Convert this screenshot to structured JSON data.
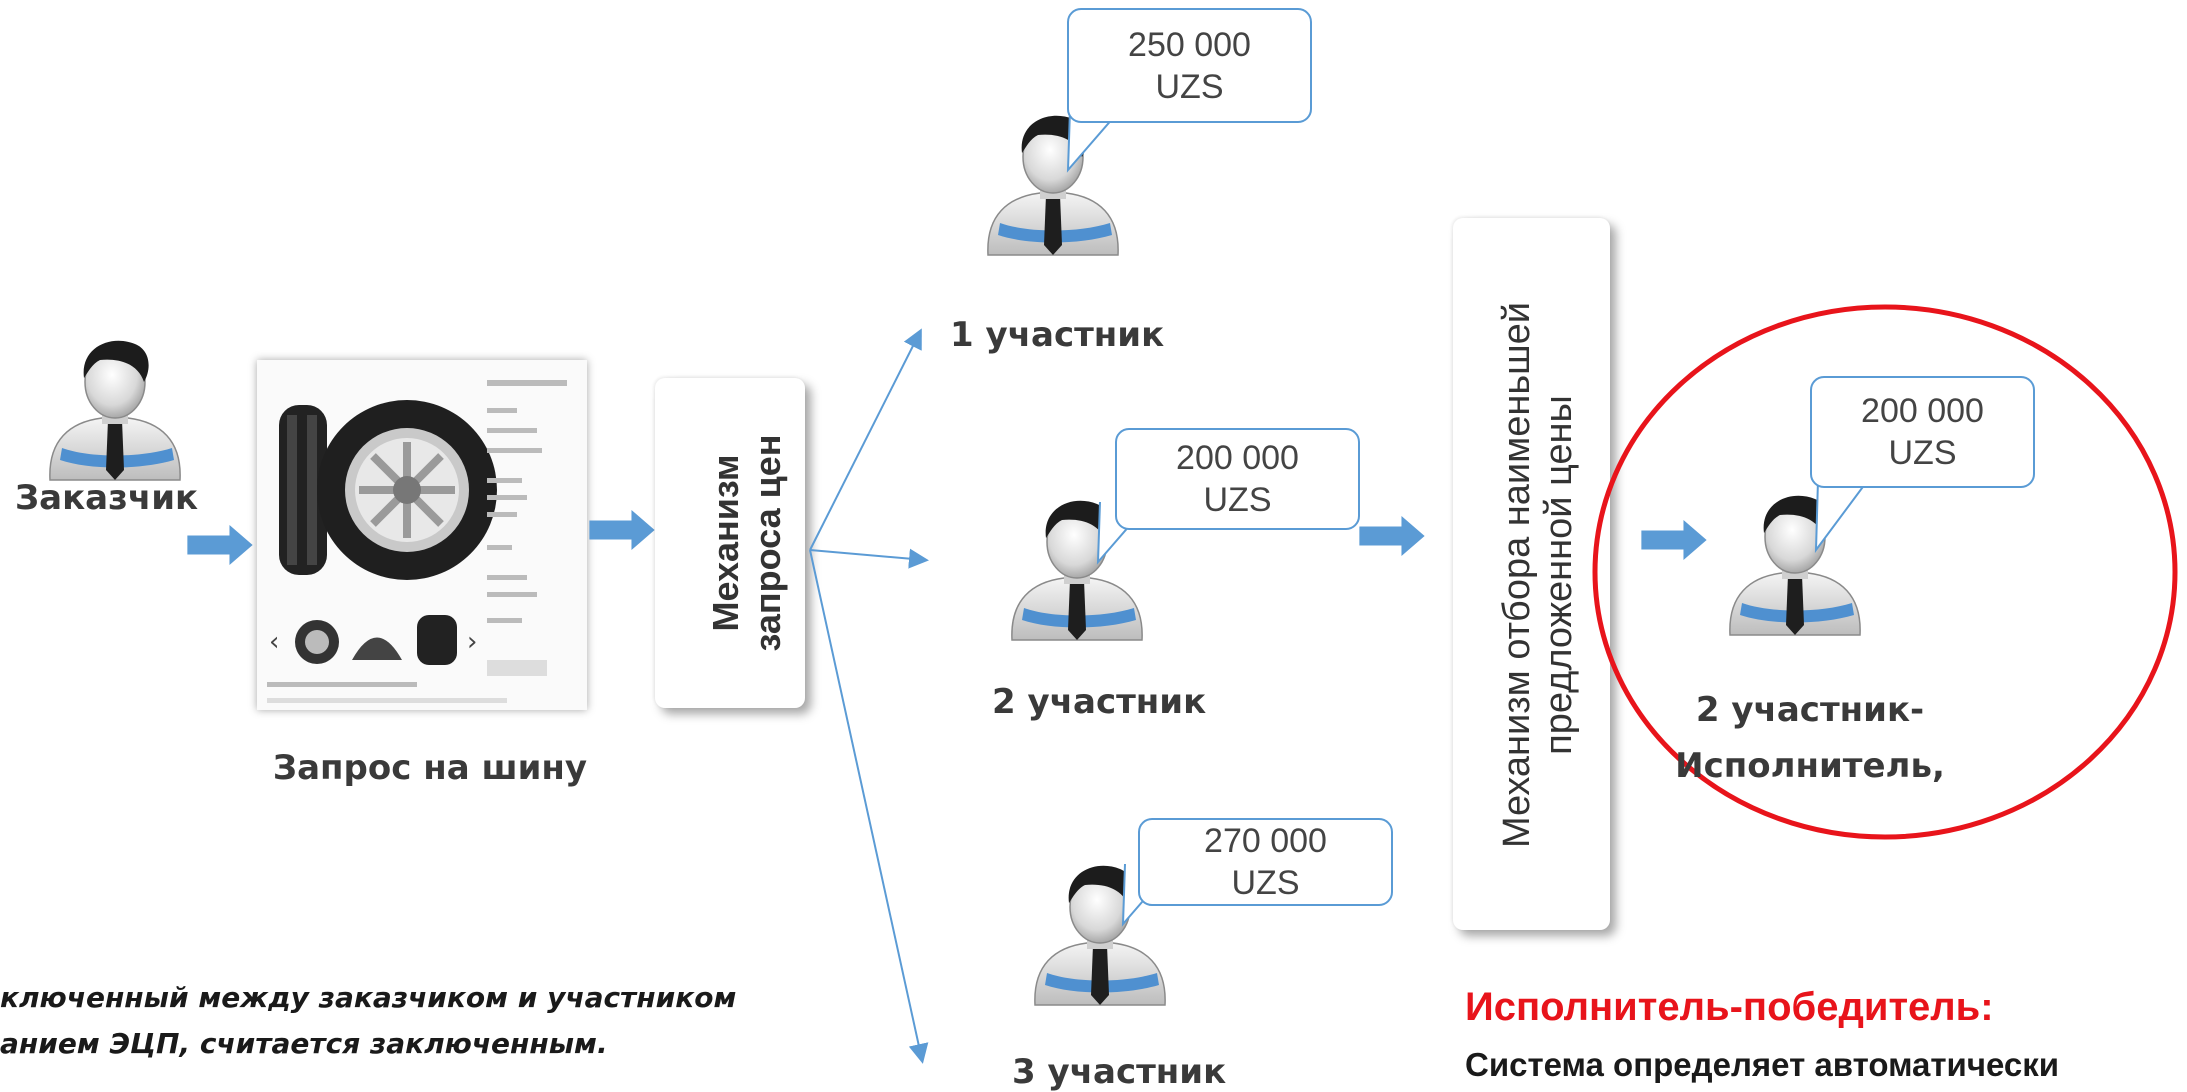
{
  "customer": {
    "label": "Заказчик"
  },
  "request": {
    "caption": "Запрос на шину"
  },
  "mechanism": {
    "label_line1": "Механизм",
    "label_line2": "запроса цен"
  },
  "participants": [
    {
      "label": "1 участник",
      "price_line1": "250 000",
      "price_line2": "UZS"
    },
    {
      "label": "2 участник",
      "price_line1": "200 000",
      "price_line2": "UZS"
    },
    {
      "label": "3 участник",
      "price_line1": "270 000",
      "price_line2": "UZS"
    }
  ],
  "selection": {
    "line1": "Механизм отбора наименьшей",
    "line2": "предложенной цены"
  },
  "winner": {
    "label_line1": "2 участник-",
    "label_line2": "Исполнитель,",
    "price_line1": "200 000",
    "price_line2": "UZS"
  },
  "result": {
    "title": "Исполнитель-победитель:",
    "subtitle": "Система определяет автоматически"
  },
  "footnote": {
    "line1": "ключенный между заказчиком и участником",
    "line2": "анием ЭЦП, считается заключенным."
  },
  "colors": {
    "accent_blue": "#5b9bd5",
    "winner_red": "#e8141b"
  },
  "icons": [
    "user-icon",
    "tire-icon",
    "arrow-icon"
  ]
}
